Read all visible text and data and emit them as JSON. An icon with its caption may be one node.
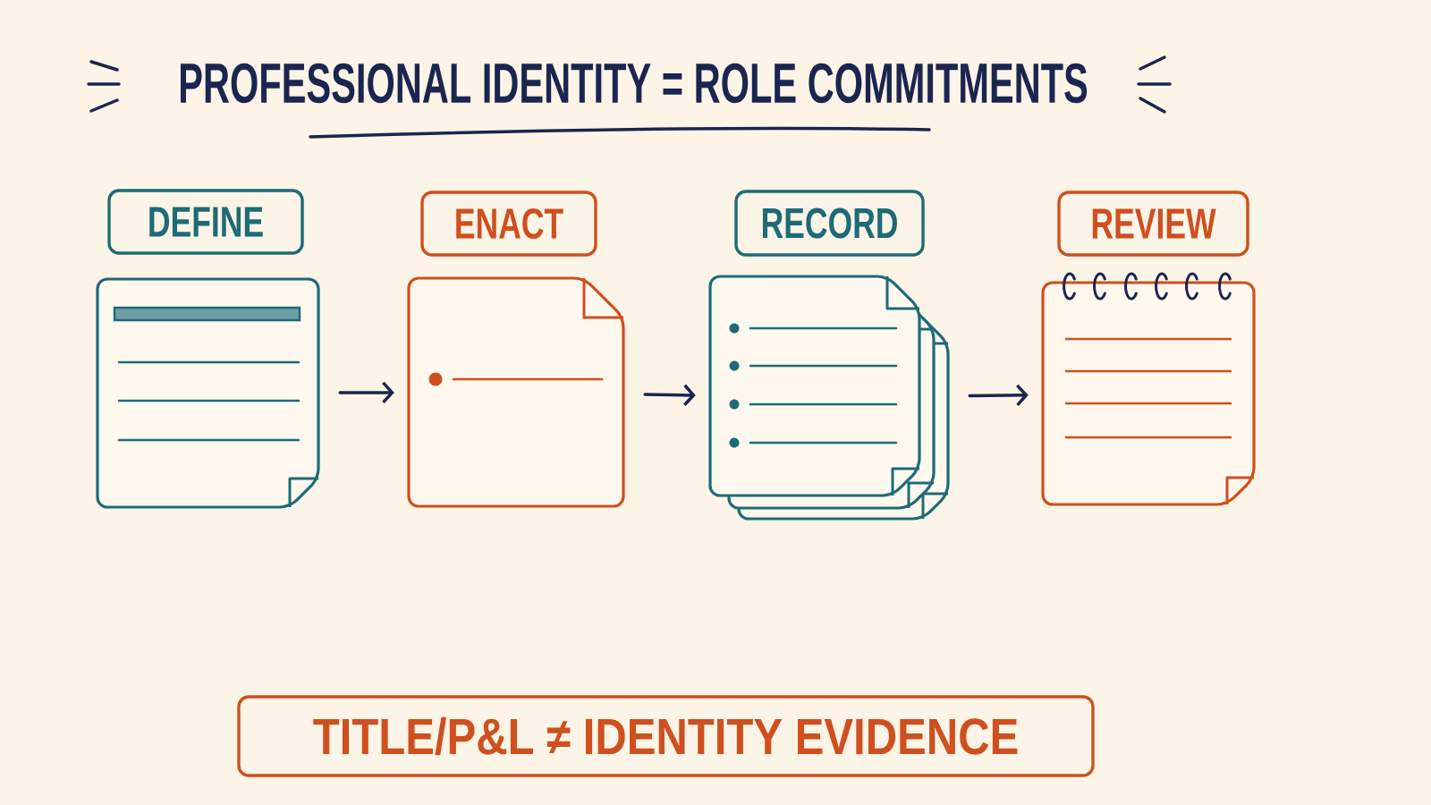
{
  "diagram": {
    "title": "PROFESSIONAL IDENTITY = ROLE COMMITMENTS",
    "nodes": [
      {
        "text": [
          "DEFINE"
        ]
      },
      {
        "text": [],
        "shape": "document"
      },
      {
        "text": [
          "ENACT"
        ]
      },
      {
        "text": [],
        "shape": "document"
      },
      {
        "text": [
          "RECORD"
        ]
      },
      {
        "text": [],
        "shape": "documents"
      },
      {
        "text": [
          "REVIEW"
        ]
      },
      {
        "text": [],
        "shape": "notepad"
      },
      {
        "text": [
          "TITLE/P&L ≠ IDENTITY EVIDENCE"
        ]
      }
    ],
    "edges": [
      {
        "from": 1,
        "to": 3,
        "arrow": "to"
      },
      {
        "from": 3,
        "to": 5,
        "arrow": "to"
      },
      {
        "from": 5,
        "to": 7,
        "arrow": "to"
      }
    ]
  }
}
